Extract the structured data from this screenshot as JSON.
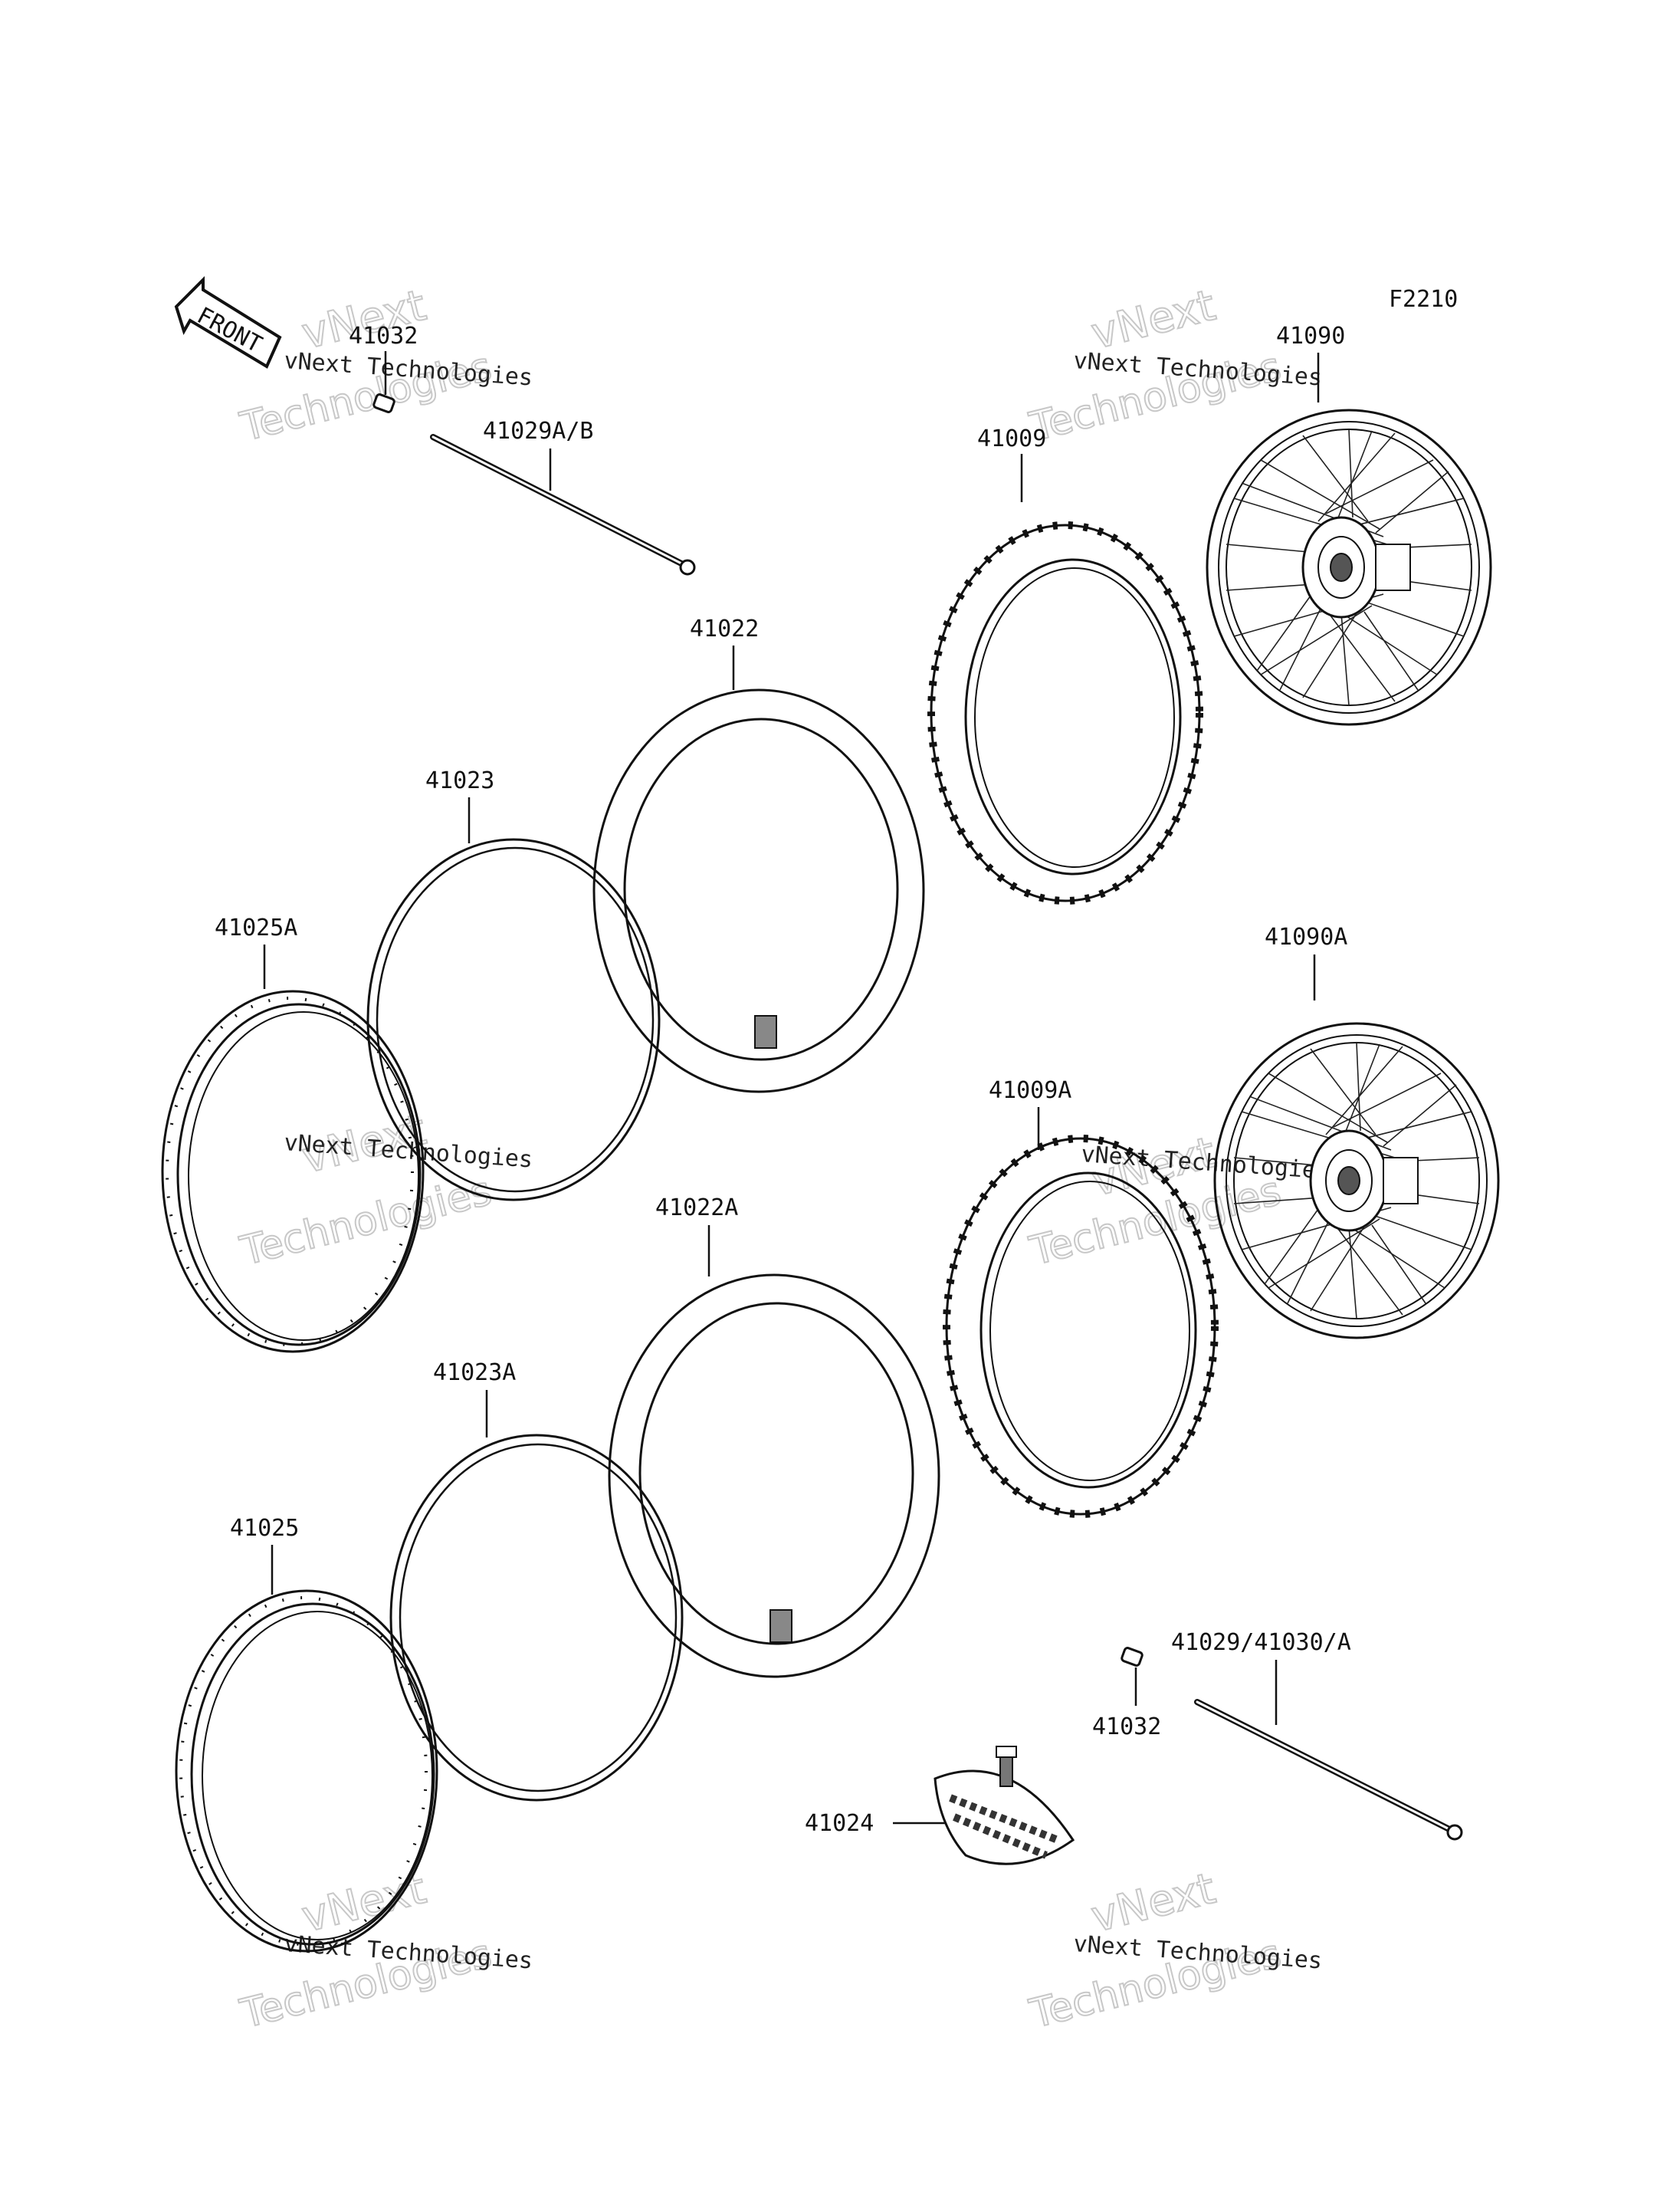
{
  "diagram": {
    "code": "F2210",
    "front_label": "FRONT",
    "watermark": {
      "line1": "vNext Technologies",
      "line2": "vNext",
      "line3": "Technologies"
    },
    "parts": [
      {
        "id": "41032_top",
        "label": "41032"
      },
      {
        "id": "41029ab",
        "label": "41029A/B"
      },
      {
        "id": "41090",
        "label": "41090"
      },
      {
        "id": "41009",
        "label": "41009"
      },
      {
        "id": "41022",
        "label": "41022"
      },
      {
        "id": "41023",
        "label": "41023"
      },
      {
        "id": "41025a",
        "label": "41025A"
      },
      {
        "id": "41090a",
        "label": "41090A"
      },
      {
        "id": "41009a",
        "label": "41009A"
      },
      {
        "id": "41022a",
        "label": "41022A"
      },
      {
        "id": "41023a",
        "label": "41023A"
      },
      {
        "id": "41025",
        "label": "41025"
      },
      {
        "id": "41029_41030",
        "label": "41029/41030/A"
      },
      {
        "id": "41032_bottom",
        "label": "41032"
      },
      {
        "id": "41024",
        "label": "41024"
      }
    ]
  }
}
